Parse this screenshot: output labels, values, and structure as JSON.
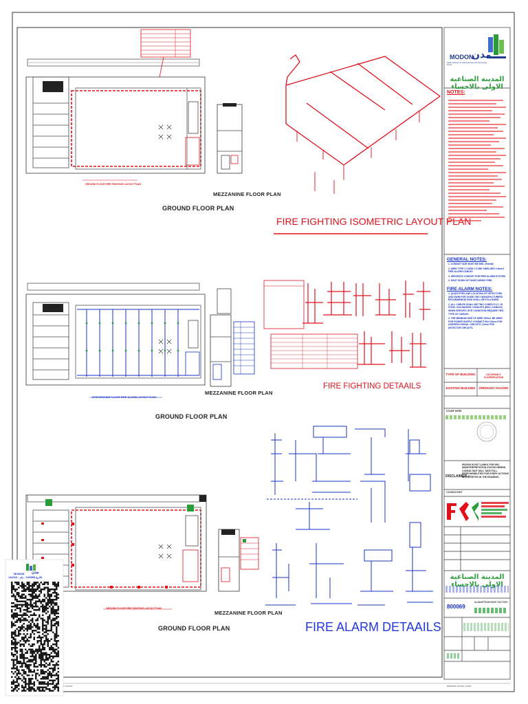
{
  "drawings": {
    "ground_floor_label": "GROUND FLOOR PLAN",
    "mezzanine_label": "MEZZANINE FLOOR PLAN",
    "plan1_caption": "GROUND FLOOR FIRE FIGHTING LAYOUT PLAN",
    "plan2_caption": "SITE/GROUND FLOOR FIRE ALARM LAYOUT PLAN",
    "plan3_caption": "GROUND FLOOR FIRE FIGHTING LAYOUT PLAN",
    "isometric_title": "FIRE FIGHTING ISOMETRIC LAYOUT PLAN",
    "ff_details_title": "FIRE FIGHTING DETAAILS",
    "fa_details_title": "FIRE ALARM DETAAILS"
  },
  "title_block": {
    "logo_latin": "MODON",
    "logo_arabic": "مدن",
    "logo_tagline": "Saudi Authority for Industrial Cities and Technology Zones",
    "city_arabic": "المدينة الصناعية الاولى بالاحساء",
    "notes_heading": "NOTES:",
    "general_notes_heading": "GENERAL NOTES:",
    "general_notes": [
      "1. CONDUIT SIZE MUST BE MIN. 20mmØ.",
      "2. WIRE TYPE 2 CORE 2 CORE SHIELDED 1.5mm2 FIRE ALARM CABLES",
      "3. SEPARATE CONDUIT FOR FIRE ALARM SYSTEM",
      "4. SHUT DOWN OF FANS DURING FIRE."
    ],
    "fire_alarm_heading": "FIRE ALARM NOTES:",
    "fire_alarm_notes": [
      "1. QUANTITIES AND LOCATION OF DETECTORS AND SWIM FOR GUIDE ONLY MANUFACTURERS RECOMMENDATIONS SHALL BE FOLLOWED.",
      "2. ALL CABLES SHALL BE TWO CORES P.V.C. IN STEEL GALVANIZED CONDUITS (MICC CABLES) WHEN SPECIFIC SITE CONDITION REQUIRE THIS TYPE OF CABLES.",
      "3. THE MINIMUM SIZE OF WIRE SHALL BE 4MM2 FOR POWER SUPPLY CONNECTION 2.5mm FOR ADDRESS SIGNAL CIRCUITS 1.5mm FOR DETECTOR CIRCUITS."
    ],
    "type_of_building_label": "TYPE OF BUILDING",
    "occupancy_label": "OCCUPANCY CLASSIFICATION",
    "type_of_building_value": "EXISTING BUILDING",
    "occupancy_value": "ORDINARY HAZARD",
    "stamp_label": "STAMP HERE",
    "disclaimer_label": "DISCLAIMER :",
    "disclaimer_text": "MODON IS NOT LIABLE FOR ANY MISINTERPRETATION STATED HEREIN. CONSULTANT WILL TAKE FULL RESPONSIBILITIES FOR EVERY ACTIONS INTERPRETED IN THE DRAWING.",
    "consultant_label": "CONSULTANT",
    "city_arabic_2": "المدينة الصناعية الاولى بالاحساء",
    "project_code": "800069",
    "project_name": "ALMANFTEAM PAINT FACTORY"
  },
  "qr": {
    "logo_latin": "MODON",
    "logo_arabic": "مدن",
    "ref_text": "1442/2/1 : التاريخ  1100588 : رقم"
  },
  "colors": {
    "red": "#e0101a",
    "blue": "#1530c8",
    "ink": "#222222",
    "green": "#2a9d3a"
  }
}
